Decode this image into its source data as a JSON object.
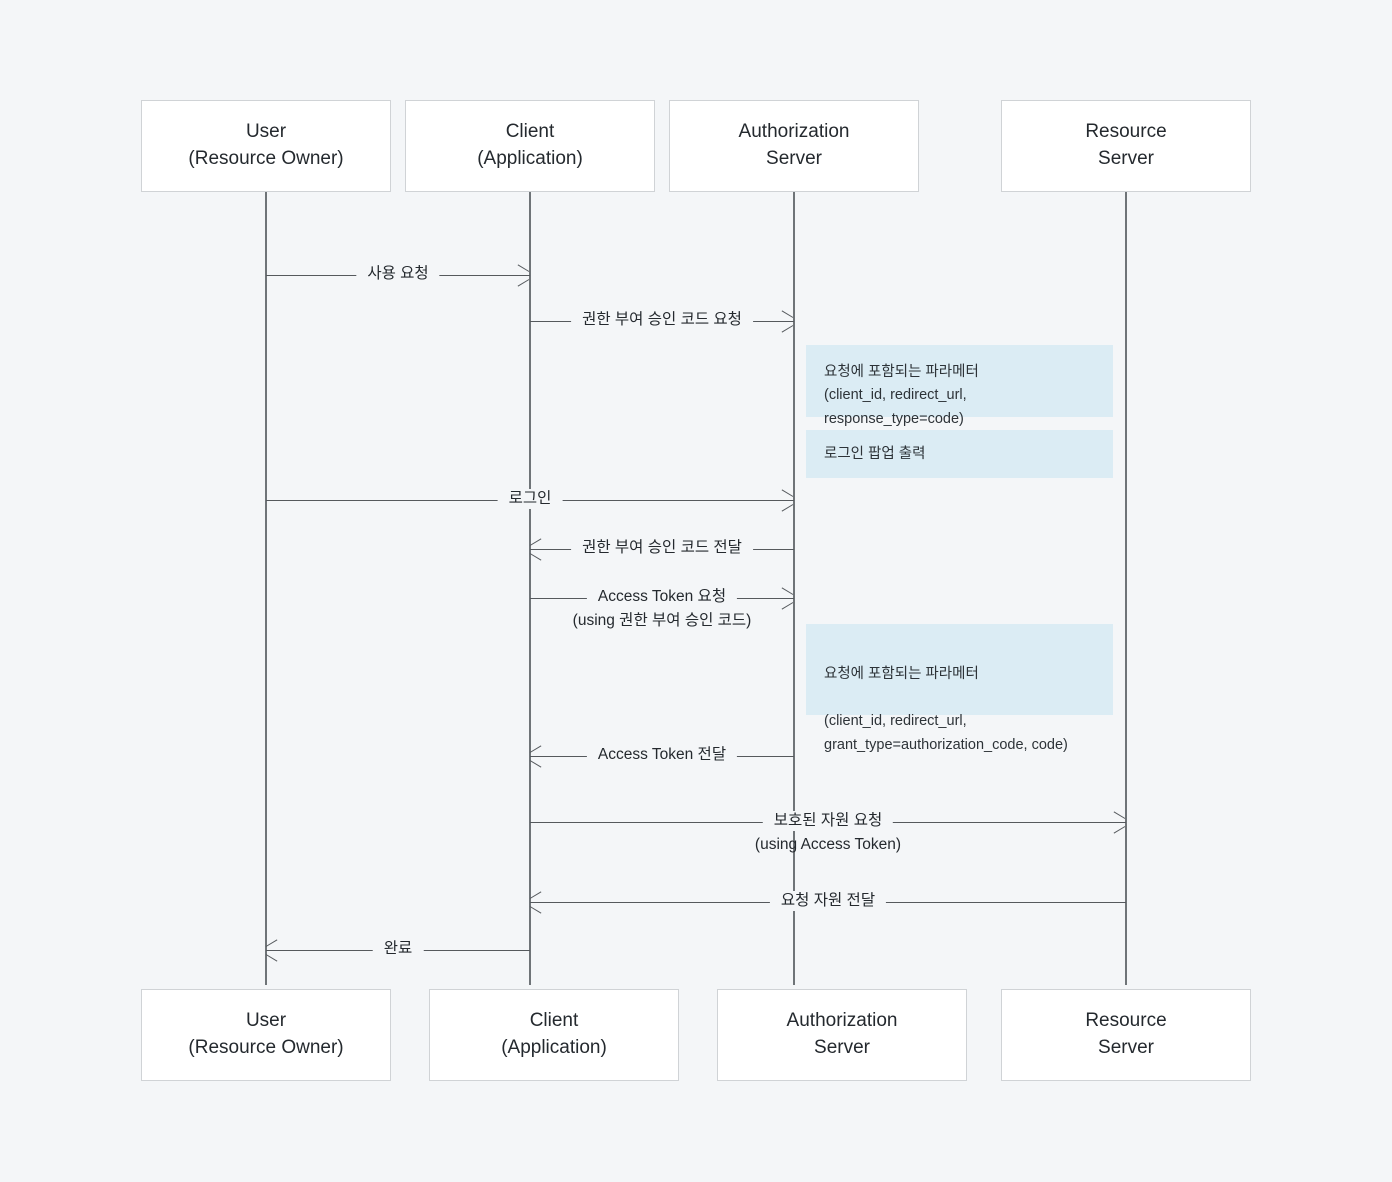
{
  "diagram": {
    "title": "OAuth 2.0 Authorization Code Grant Sequence Diagram",
    "background_color": "#f4f6f8",
    "note_color": "#dbecf4",
    "line_color": "#55595d"
  },
  "actors": [
    {
      "id": "user",
      "line1": "User",
      "line2": "(Resource Owner)"
    },
    {
      "id": "client",
      "line1": "Client",
      "line2": "(Application)"
    },
    {
      "id": "authsrv",
      "line1": "Authorization",
      "line2": "Server"
    },
    {
      "id": "ressrv",
      "line1": "Resource",
      "line2": "Server"
    }
  ],
  "actors_bottom": [
    {
      "id": "user",
      "line1": "User",
      "line2": "(Resource Owner)"
    },
    {
      "id": "client",
      "line1": "Client",
      "line2": "(Application)"
    },
    {
      "id": "authsrv",
      "line1": "Authorization",
      "line2": "Server"
    },
    {
      "id": "ressrv",
      "line1": "Resource",
      "line2": "Server"
    }
  ],
  "messages": [
    {
      "id": "m1",
      "from": "user",
      "to": "client",
      "label": "사용 요청",
      "sublabel": ""
    },
    {
      "id": "m2",
      "from": "client",
      "to": "authsrv",
      "label": "권한 부여 승인 코드 요청",
      "sublabel": ""
    },
    {
      "id": "m3",
      "from": "user",
      "to": "authsrv",
      "label": "로그인",
      "sublabel": ""
    },
    {
      "id": "m4",
      "from": "authsrv",
      "to": "client",
      "label": "권한 부여 승인 코드 전달",
      "sublabel": ""
    },
    {
      "id": "m5",
      "from": "client",
      "to": "authsrv",
      "label": "Access Token 요청",
      "sublabel": "(using 권한 부여 승인 코드)"
    },
    {
      "id": "m6",
      "from": "authsrv",
      "to": "client",
      "label": "Access Token 전달",
      "sublabel": ""
    },
    {
      "id": "m7",
      "from": "client",
      "to": "ressrv",
      "label": "보호된 자원 요청",
      "sublabel": "(using Access Token)"
    },
    {
      "id": "m8",
      "from": "ressrv",
      "to": "client",
      "label": "요청 자원 전달",
      "sublabel": ""
    },
    {
      "id": "m9",
      "from": "client",
      "to": "user",
      "label": "완료",
      "sublabel": ""
    }
  ],
  "notes": [
    {
      "id": "n1",
      "title": "요청에 포함되는 파라메터",
      "sub": "(client_id, redirect_url, response_type=code)"
    },
    {
      "id": "n2",
      "title": "로그인 팝업 출력",
      "sub": ""
    },
    {
      "id": "n3",
      "title": "요청에 포함되는 파라메터",
      "sub": "(client_id, redirect_url,\ngrant_type=authorization_code, code)"
    }
  ]
}
